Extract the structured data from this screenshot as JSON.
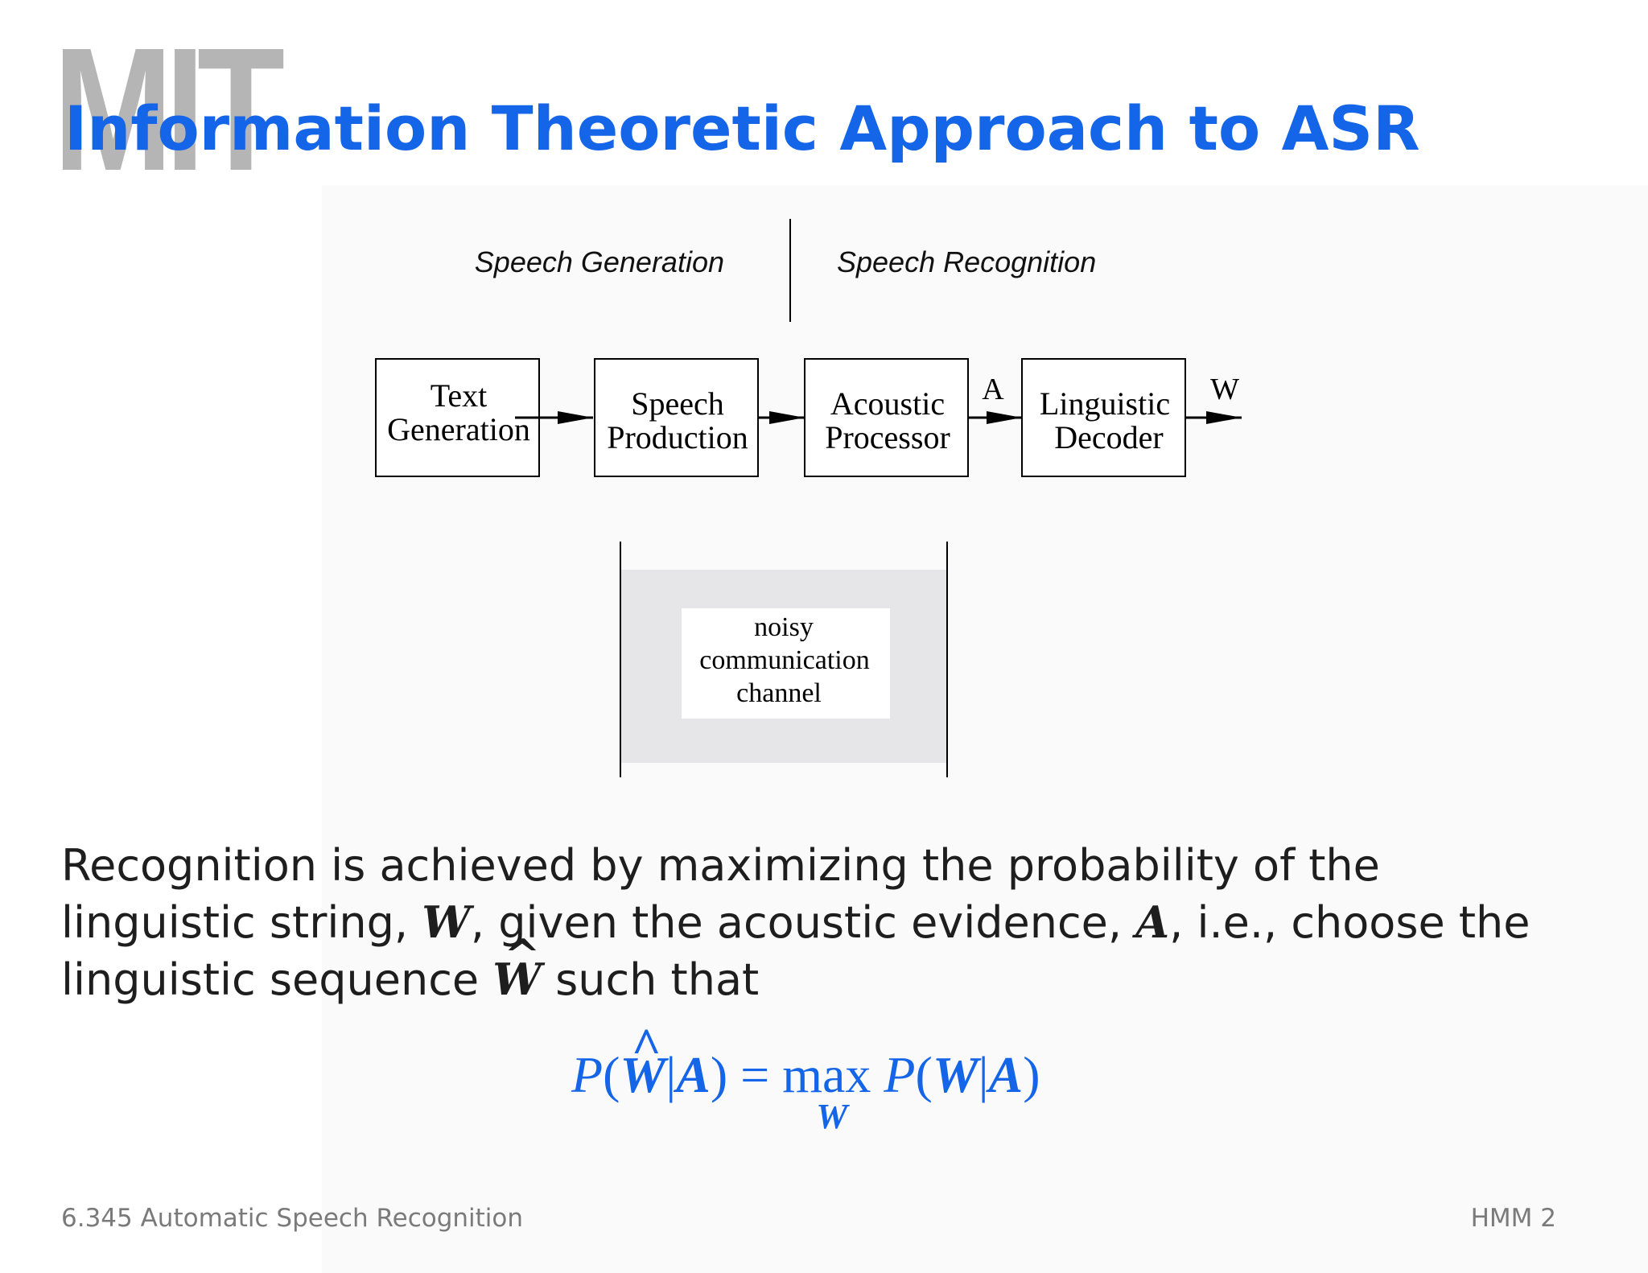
{
  "logo": "MIT",
  "title": "Information Theoretic Approach to ASR",
  "diagram": {
    "generation_label": "Speech Generation",
    "recognition_label": "Speech Recognition",
    "blocks": [
      {
        "line1": "Text",
        "line2": "Generation"
      },
      {
        "line1": "Speech",
        "line2": "Production"
      },
      {
        "line1": "Acoustic",
        "line2": "Processor"
      },
      {
        "line1": "Linguistic",
        "line2": "Decoder"
      }
    ],
    "arrow_label_a": "A",
    "arrow_label_w": "W",
    "channel": {
      "line1": "noisy",
      "line2": "communication",
      "line3": "channel"
    }
  },
  "body": {
    "line1": "Recognition is achieved by maximizing the probability of the",
    "line2_pre": "linguistic string, ",
    "line2_w": "W",
    "line2_mid": ", given the acoustic evidence, ",
    "line2_a": "A",
    "line2_post": ", i.e., choose the",
    "line3_pre": "linguistic sequence ",
    "line3_w": "W",
    "line3_post": " such that"
  },
  "equation": {
    "p": "P",
    "open": "(",
    "w": "W",
    "bar": "|",
    "a": "A",
    "close": ")",
    "eq": " = ",
    "max": "max",
    "sub": "W"
  },
  "footer": {
    "left": "6.345 Automatic Speech Recognition",
    "right": "HMM 2"
  }
}
